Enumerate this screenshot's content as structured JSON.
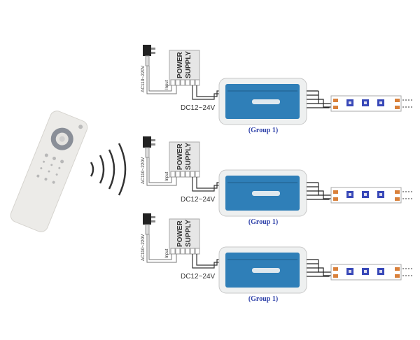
{
  "remote": {
    "name": "remote-control",
    "signal_waves": 4
  },
  "groups": [
    {
      "ac_label": "AC110~220V",
      "input_label": "Input",
      "ps_line1": "POWER",
      "ps_line2": "SUPPLY",
      "dc_label": "DC12~24V",
      "group_label": "(Group 1)"
    },
    {
      "ac_label": "AC110~220V",
      "input_label": "Input",
      "ps_line1": "POWER",
      "ps_line2": "SUPPLY",
      "dc_label": "DC12~24V",
      "group_label": "(Group 1)"
    },
    {
      "ac_label": "AC110~220V",
      "input_label": "Input",
      "ps_line1": "POWER",
      "ps_line2": "SUPPLY",
      "dc_label": "DC12~24V",
      "group_label": "(Group 1)"
    }
  ],
  "colors": {
    "controller_blue": "#2f7fb8",
    "group_label": "#2c3fa8",
    "led_blue": "#3848b8",
    "pad_orange": "#d9803a",
    "wire": "#333333"
  }
}
